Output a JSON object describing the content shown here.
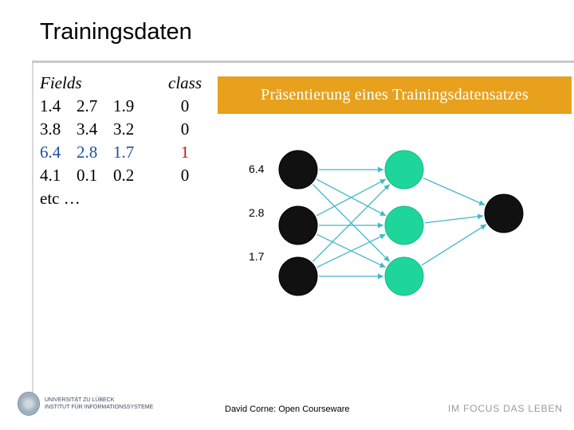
{
  "slide": {
    "title": "Trainingsdaten",
    "banner": "Präsentierung eines Trainingsdatensatzes",
    "credit": "David Corne: Open Courseware",
    "motto": "IM FOCUS DAS LEBEN",
    "university_logo_text": "UNIVERSITÄT ZU LÜBECK",
    "university_logo_subtext": "INSTITUT FÜR INFORMATIONSSYSTEME"
  },
  "table": {
    "fields_header": "Fields",
    "class_header": "class",
    "rows": [
      {
        "f1": "1.4",
        "f2": "2.7",
        "f3": "1.9",
        "cls": "0"
      },
      {
        "f1": "3.8",
        "f2": "3.4",
        "f3": "3.2",
        "cls": "0"
      },
      {
        "f1": "6.4",
        "f2": "2.8",
        "f3": "1.7",
        "cls": "1"
      },
      {
        "f1": "4.1",
        "f2": "0.1",
        "f3": "0.2",
        "cls": "0"
      }
    ],
    "etc": "etc …",
    "highlighted_row_index": 2
  },
  "network": {
    "input_values": [
      "6.4",
      "2.8",
      "1.7"
    ],
    "layers": [
      3,
      3,
      1
    ],
    "colors": {
      "input_node": "#111111",
      "hidden_node": "#1fd69a",
      "output_node": "#111111",
      "edge": "#3fb8c8",
      "banner": "#e8a11c",
      "highlight_row": "#1f4e9c",
      "highlight_class": "#cc1111"
    }
  }
}
